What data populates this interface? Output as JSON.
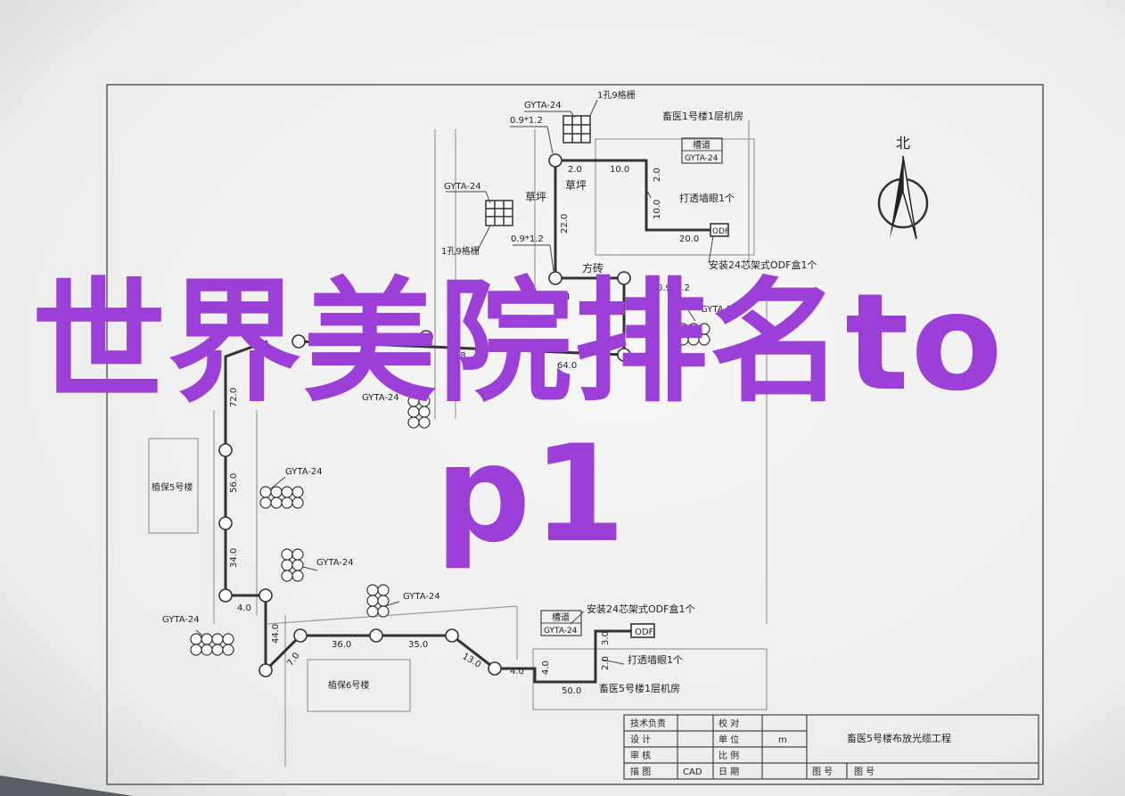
{
  "diagram": {
    "north_label": "北",
    "buildings": {
      "top_right": "畜医1号楼1层机房",
      "bottom_right": "畜医5号楼1层机房",
      "left_mid": "植保5号楼",
      "left_bottom": "植保6号楼"
    },
    "areas": {
      "grass1": "草坪",
      "grass2": "草坪",
      "brick": "方砖"
    },
    "labels": {
      "gyta": "GYTA-24",
      "grid9": "1孔9格栅",
      "pipe": "0.9*1.2",
      "cable_trough": "槽道",
      "odf": "ODF",
      "wall1": "打透墙眼1个",
      "odf_install": "安装24芯架式ODF盒1个",
      "wall2": "打透墙眼1个",
      "odf_install2": "安装24芯架式ODF盒1个",
      "m": "m"
    },
    "distances": {
      "d_2_0a": "2.0",
      "d_10_0a": "10.0",
      "d_2_0b": "2.0",
      "d_10_0b": "10.0",
      "d_20_0": "20.0",
      "d_22_0": "22.0",
      "d_72_0": "72.0",
      "d_56_0": "56.0",
      "d_34_0": "34.0",
      "d_4_0a": "4.0",
      "d_44_0": "44.0",
      "d_7_0": "7.0",
      "d_36_0": "36.0",
      "d_35_0": "35.0",
      "d_13_0": "13.0",
      "d_4_0b": "4.0",
      "d_4_0c": "4.0",
      "d_50_0": "50.0",
      "d_3_0": "3.0",
      "d_2_0c": "2.0",
      "d_28": "28.",
      "d_64": "64.0"
    },
    "title_block": {
      "r1c1": "技术负责",
      "r1c3": "校  对",
      "r2c1": "设  计",
      "r2c3": "单  位",
      "r3c1": "审  核",
      "r3c3": "比  例",
      "r4c1": "描  图",
      "r4c2": "CAD",
      "r4c3": "日  期",
      "project": "畜医5号楼布放光缆工程",
      "drawing_no1": "图  号",
      "drawing_no2": "图  号"
    }
  },
  "overlay": {
    "line1": "世界美院排名to",
    "line2": "p1"
  }
}
